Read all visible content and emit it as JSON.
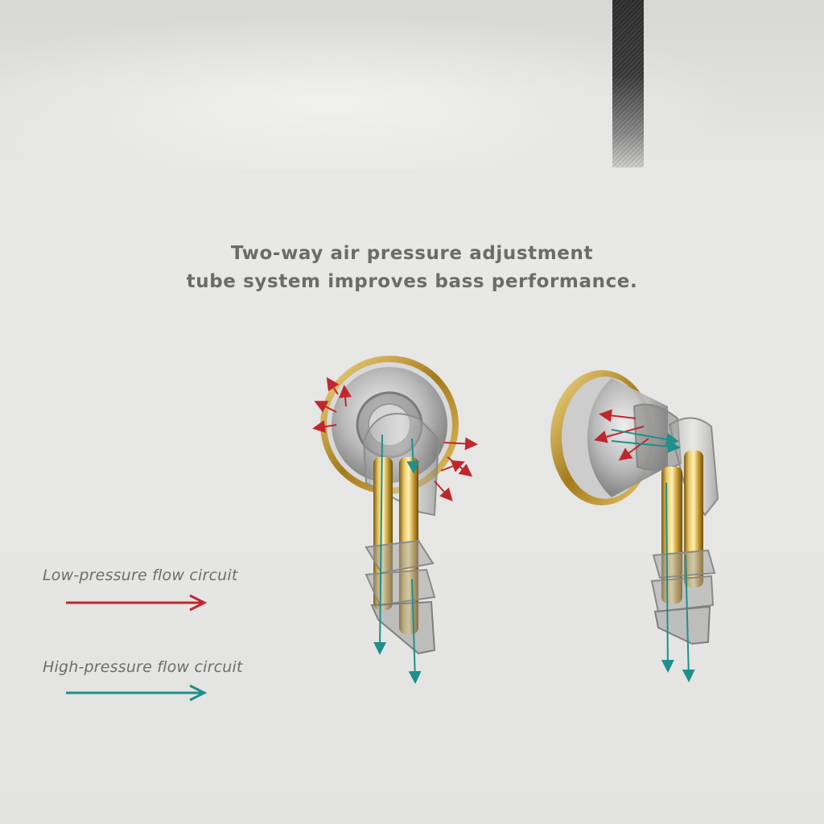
{
  "headline": {
    "line1": "Two-way air pressure adjustment",
    "line2": "tube system improves bass performance."
  },
  "legend": {
    "low_label": "Low-pressure flow circuit",
    "high_label": "High-pressure flow circuit",
    "low_color": "#c0272d",
    "high_color": "#1f8f8a"
  },
  "illustration": {
    "left_earphone": "earphone-front-view-icon",
    "right_earphone": "earphone-side-view-icon"
  }
}
